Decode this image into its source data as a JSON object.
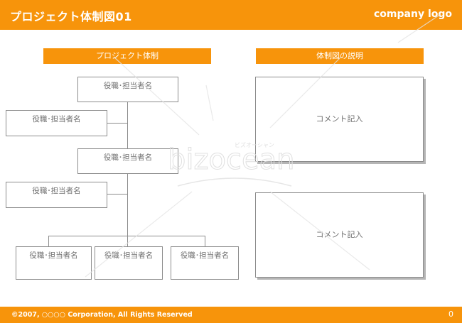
{
  "header": {
    "title": "プロジェクト体制図01",
    "logo_text": "company logo"
  },
  "left_section": {
    "heading": "プロジェクト体制",
    "nodes": [
      "役職･担当者名",
      "役職･担当者名",
      "役職･担当者名",
      "役職･担当者名",
      "役職･担当者名",
      "役職･担当者名",
      "役職･担当者名"
    ]
  },
  "right_section": {
    "heading": "体制図の説明",
    "boxes": [
      "コメント記入",
      "コメント記入"
    ]
  },
  "watermark": {
    "text": "bizocean",
    "kana": "ビズオーシャン"
  },
  "footer": {
    "copyright": "©2007, ○○○○ Corporation, All Rights Reserved",
    "page_number": "0"
  },
  "colors": {
    "accent": "#f7940b",
    "border": "#8c8c8c",
    "text": "#6e6e6e"
  }
}
